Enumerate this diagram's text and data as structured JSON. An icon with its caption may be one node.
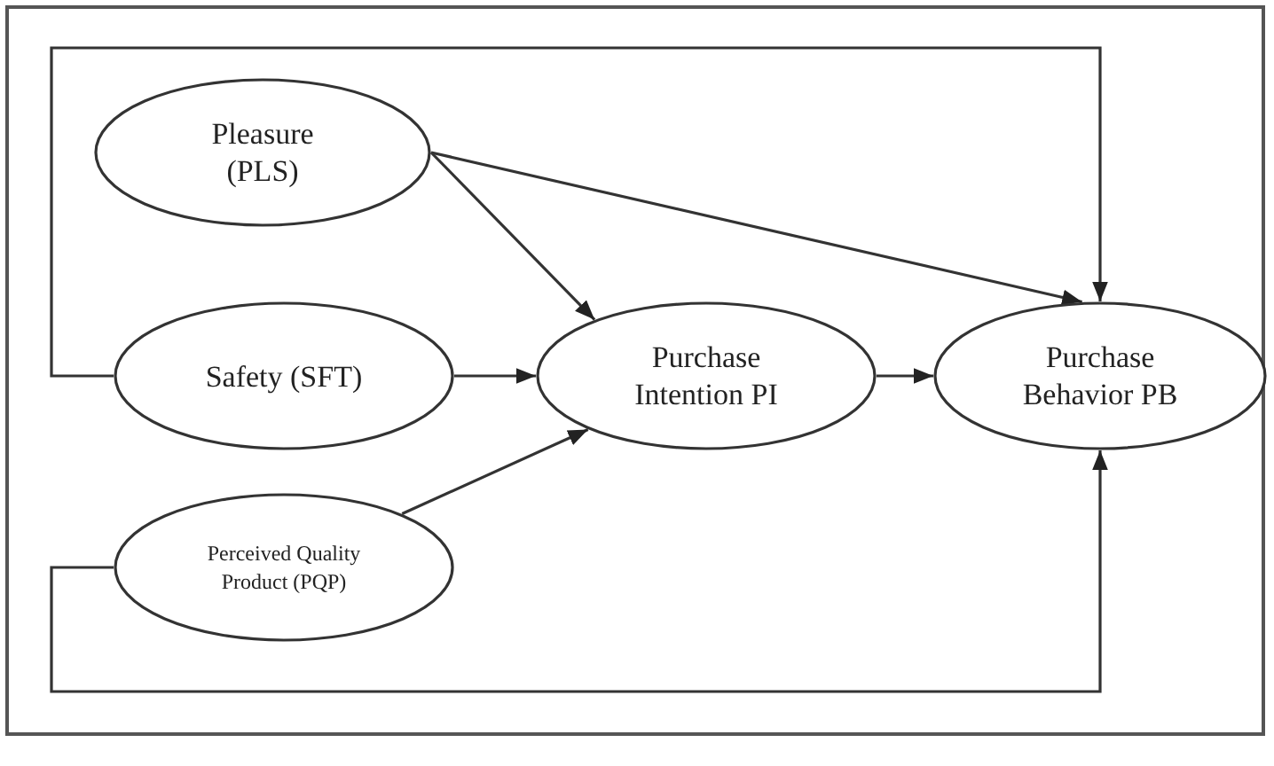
{
  "diagram": {
    "nodes": [
      {
        "text": [
          "Pleasure (PLS)"
        ]
      },
      {
        "text": [
          "Safety (SFT)"
        ]
      },
      {
        "text": [
          "Perceived Quality Product (PQP)"
        ]
      },
      {
        "text": [
          "Purchase Intention PI"
        ]
      },
      {
        "text": [
          "Purchase Behavior PB"
        ]
      }
    ],
    "edges": [
      {
        "from": 0,
        "to": 3,
        "arrow": "to"
      },
      {
        "from": 0,
        "to": 4,
        "arrow": "to"
      },
      {
        "from": 1,
        "to": 3,
        "arrow": "to"
      },
      {
        "from": 2,
        "to": 3,
        "arrow": "to"
      },
      {
        "from": 3,
        "to": 4,
        "arrow": "to"
      },
      {
        "from": 1,
        "to": 4,
        "arrow": "to"
      },
      {
        "from": 2,
        "to": 4,
        "arrow": "to"
      }
    ]
  }
}
